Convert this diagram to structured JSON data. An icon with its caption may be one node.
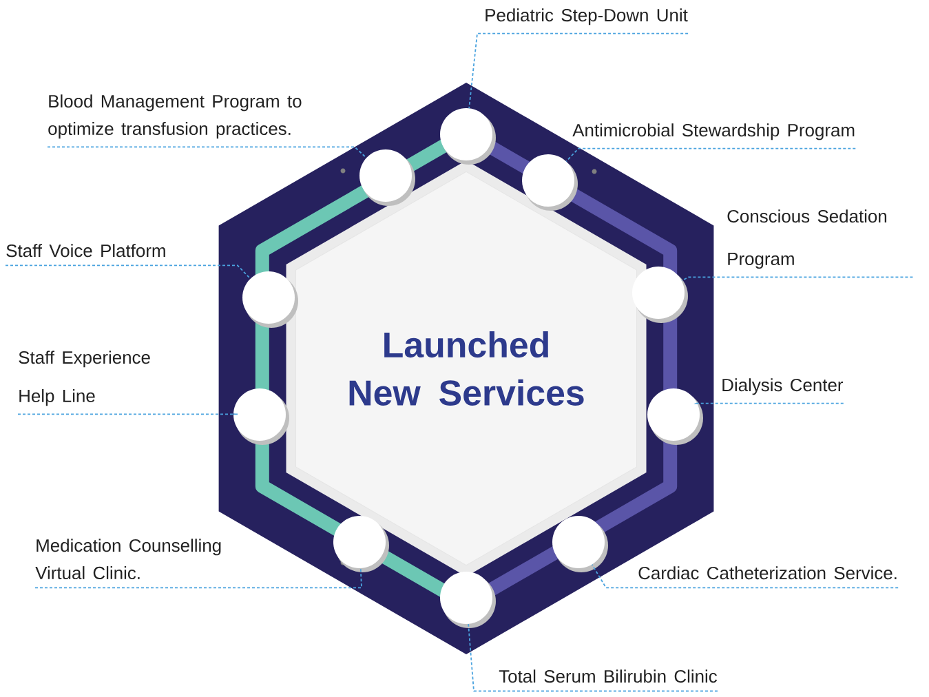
{
  "diagram": {
    "nodes": [
      {
        "text": [
          "Launched New Services"
        ]
      },
      {
        "text": [
          "Pediatric Step-Down Unit"
        ]
      },
      {
        "text": [
          "Blood Management Program to optimize transfusion practices."
        ]
      },
      {
        "text": [
          "Antimicrobial Stewardship Program"
        ]
      },
      {
        "text": [
          "Conscious Sedation Program"
        ]
      },
      {
        "text": [
          "Staff Voice Platform"
        ]
      },
      {
        "text": [
          "Staff Experience Help Line"
        ]
      },
      {
        "text": [
          "Dialysis Center"
        ]
      },
      {
        "text": [
          "Medication Counselling Virtual Clinic."
        ]
      },
      {
        "text": [
          "Cardiac Catheterization Service."
        ]
      },
      {
        "text": [
          "Total Serum Bilirubin Clinic"
        ]
      },
      {
        "text": [],
        "shape": "circle"
      },
      {
        "text": [],
        "shape": "circle"
      },
      {
        "text": [],
        "shape": "circle"
      },
      {
        "text": [],
        "shape": "circle"
      },
      {
        "text": [],
        "shape": "circle"
      },
      {
        "text": [],
        "shape": "circle"
      },
      {
        "text": [],
        "shape": "circle"
      },
      {
        "text": [],
        "shape": "circle"
      },
      {
        "text": [],
        "shape": "circle"
      },
      {
        "text": [],
        "shape": "circle"
      }
    ],
    "edges": [
      {
        "from": 1,
        "to": 11,
        "arrow": "none"
      },
      {
        "from": 2,
        "to": 12,
        "arrow": "none"
      },
      {
        "from": 3,
        "to": 13,
        "arrow": "none"
      },
      {
        "from": 4,
        "to": 14,
        "arrow": "none"
      },
      {
        "from": 5,
        "to": 15,
        "arrow": "none"
      },
      {
        "from": 6,
        "to": 16,
        "arrow": "none"
      },
      {
        "from": 7,
        "to": 17,
        "arrow": "none"
      },
      {
        "from": 8,
        "to": 18,
        "arrow": "none"
      },
      {
        "from": 9,
        "to": 19,
        "arrow": "none"
      },
      {
        "from": 10,
        "to": 20,
        "arrow": "none"
      }
    ]
  }
}
